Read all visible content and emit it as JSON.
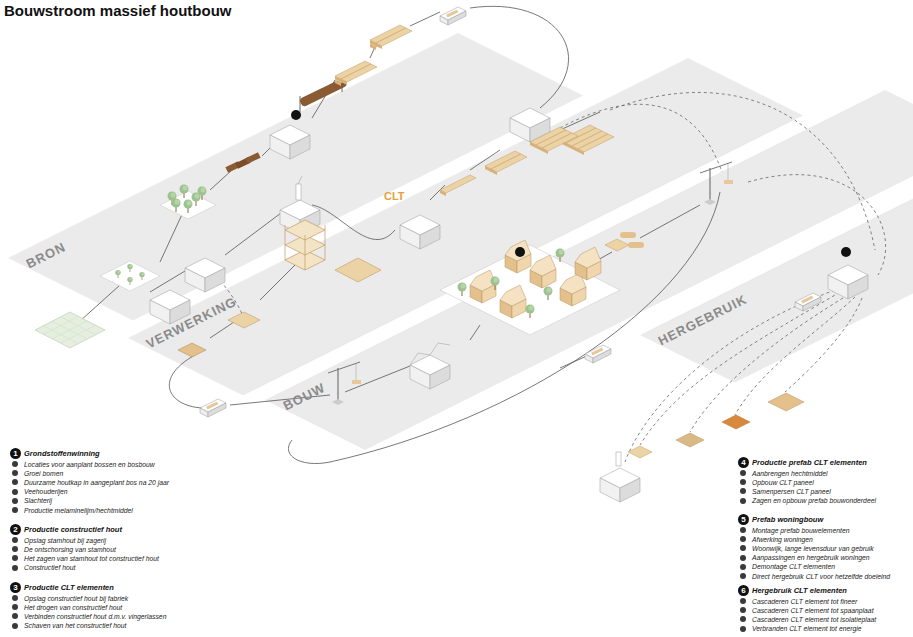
{
  "diagram": {
    "title": "Bouwstroom massief houtbouw",
    "nodes": [
      {
        "text": [
          "BRON"
        ]
      },
      {
        "text": [
          "VERWERKING"
        ]
      },
      {
        "text": [
          "BOUW"
        ]
      },
      {
        "text": [
          "HERGEBRUIK"
        ]
      }
    ],
    "labels": [
      "CLT",
      "1",
      "Grondstoffenwinning",
      "Locaties voor aanplant bossen en bosbouw",
      "Groei bomen",
      "Duurzame houtkap in aangeplant bos na 20 jaar",
      "Veehouderijen",
      "Slachterij",
      "Productie melaminelijm/hechtmiddel",
      "2",
      "Productie constructief hout",
      "Opslag stamhout bij zagerij",
      "De ontschorsing van stamhout",
      "Het zagen van stamhout tot constructief hout",
      "Constructief hout",
      "3",
      "Productie CLT elementen",
      "Opslag constructief hout bij fabriek",
      "Het drogen van constructief hout",
      "Verbinden constructief hout d.m.v. vingerlassen",
      "Schaven van het constructief hout",
      "4",
      "Productie prefab CLT elementen",
      "Aanbrengen hechtmiddel",
      "Opbouw CLT paneel",
      "Samenpersen CLT paneel",
      "Zagen en opbouw prefab bouwonderdeel",
      "5",
      "Prefab woningbouw",
      "Montage prefab bouwelementen",
      "Afwerking woningen",
      "Woonwijk, lange levensduur van gebruik",
      "Aanpassingen en hergebruik woningen",
      "Demontage CLT elementen",
      "Direct hergebruik CLT voor hetzelfde doeleind",
      "6",
      "Hergebruik CLT elementen",
      "Cascaderen CLT element tot fineer",
      "Cascaderen CLT element tot spaanplaat",
      "Cascaderen CLT element tot isolatieplaat",
      "Verbranden CLT element tot energie"
    ]
  }
}
